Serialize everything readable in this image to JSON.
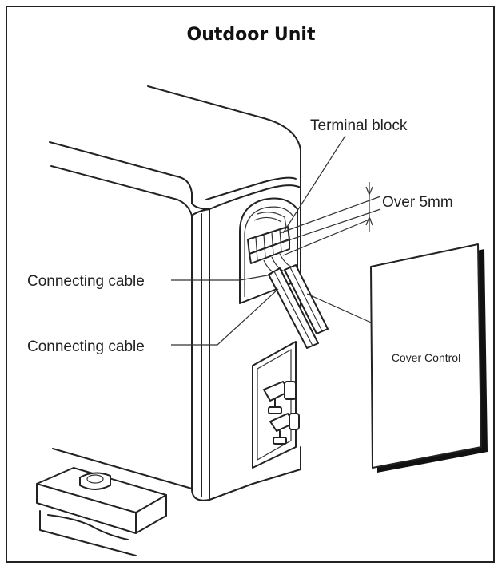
{
  "title": "Outdoor Unit",
  "labels": {
    "terminal_block": "Terminal block",
    "over_5mm": "Over 5mm",
    "connecting_cable_1": "Connecting cable",
    "connecting_cable_2": "Connecting cable",
    "cover_control": "Cover Control"
  },
  "colors": {
    "line": "#222222",
    "background": "#ffffff"
  }
}
